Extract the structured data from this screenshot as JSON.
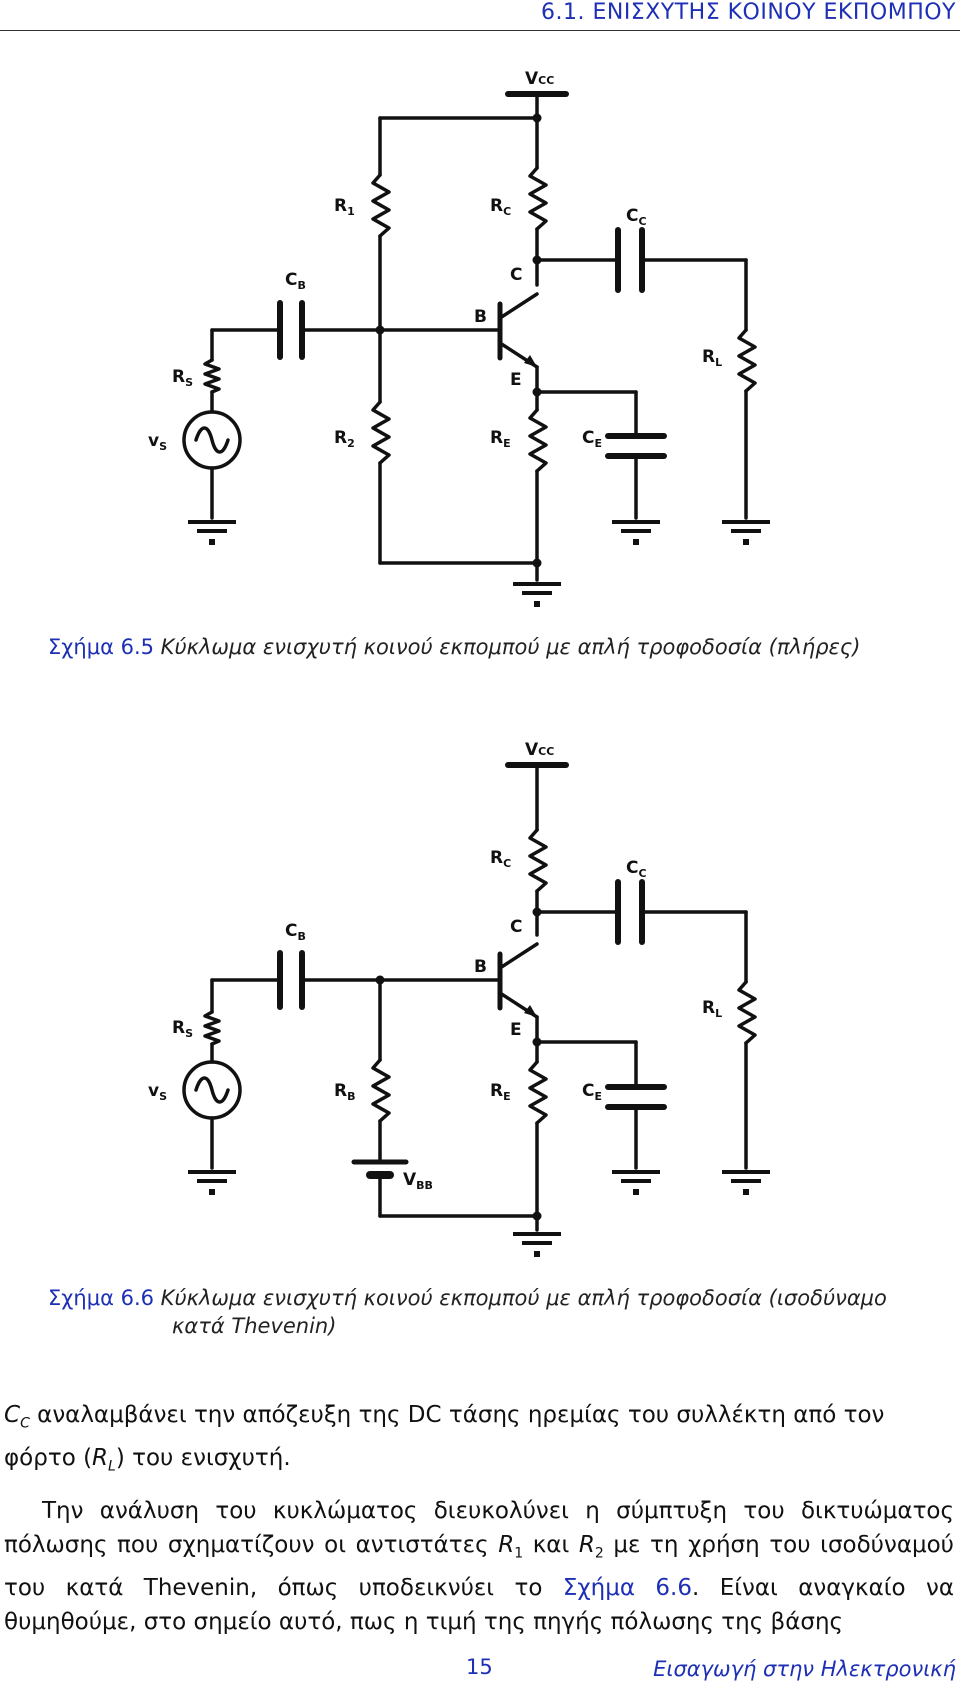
{
  "header": {
    "section": "6.1.  ΕΝΙΣΧΥΤΗΣ ΚΟΙΝΟΥ ΕΚΠΟΜΠΟΥ"
  },
  "figure1": {
    "labels": {
      "vcc": "V",
      "vcc_sub": "CC",
      "r1": "R",
      "r1_sub": "1",
      "rc": "R",
      "rc_sub": "C",
      "cc": "C",
      "cc_sub": "C",
      "cb": "C",
      "cb_sub": "B",
      "c": "C",
      "b": "B",
      "rl": "R",
      "rl_sub": "L",
      "rs": "R",
      "rs_sub": "S",
      "e": "E",
      "vs": "v",
      "vs_sub": "S",
      "r2": "R",
      "r2_sub": "2",
      "re": "R",
      "re_sub": "E",
      "ce": "C",
      "ce_sub": "E"
    },
    "caption_label": "Σχήμα 6.5",
    "caption_text": "Κύκλωμα ενισχυτή κοινού εκπομπού με απλή τροφοδοσία (πλήρες)"
  },
  "figure2": {
    "labels": {
      "vcc": "V",
      "vcc_sub": "CC",
      "rc": "R",
      "rc_sub": "C",
      "cc": "C",
      "cc_sub": "C",
      "cb": "C",
      "cb_sub": "B",
      "c": "C",
      "b": "B",
      "rl": "R",
      "rl_sub": "L",
      "rs": "R",
      "rs_sub": "S",
      "e": "E",
      "vs": "v",
      "vs_sub": "S",
      "rb": "R",
      "rb_sub": "B",
      "re": "R",
      "re_sub": "E",
      "ce": "C",
      "ce_sub": "E",
      "vbb": "V",
      "vbb_sub": "BB"
    },
    "caption_label": "Σχήμα 6.6",
    "caption_text": "Κύκλωμα ενισχυτή κοινού εκπομπού με απλή τροφοδοσία (ισοδύναμο",
    "caption_text_2": "κατά Thevenin)"
  },
  "para1": {
    "cc_sym": "C",
    "cc_sub": "C",
    "text_a": " αναλαμβάνει την απόζευξη της DC τάσης ηρεμίας του συλλέκτη από τον φόρτο (",
    "rl_sym": "R",
    "rl_sub": "L",
    "text_b": ") του ενισχυτή."
  },
  "para2": {
    "text_a": "Την ανάλυση του κυκλώματος διευκολύνει η σύμπτυξη του δικτυώματος πόλωσης που σχηματίζουν οι αντιστάτες ",
    "r1_sym": "R",
    "r1_sub": "1",
    "text_b": " και ",
    "r2_sym": "R",
    "r2_sub": "2",
    "text_c": " με τη χρήση του ισοδύναμού του κατά Thevenin, όπως υποδεικνύει το ",
    "ref": "Σχήμα 6.6",
    "text_d": ". Είναι αναγκαίο να θυμηθούμε, στο σημείο αυτό, πως η τιμή της πηγής πόλωσης της βάσης"
  },
  "footer": {
    "page": "15",
    "title": "Εισαγωγή στην Ηλεκτρονική"
  },
  "colors": {
    "accent": "#1d2fb5",
    "ink": "#111111"
  }
}
